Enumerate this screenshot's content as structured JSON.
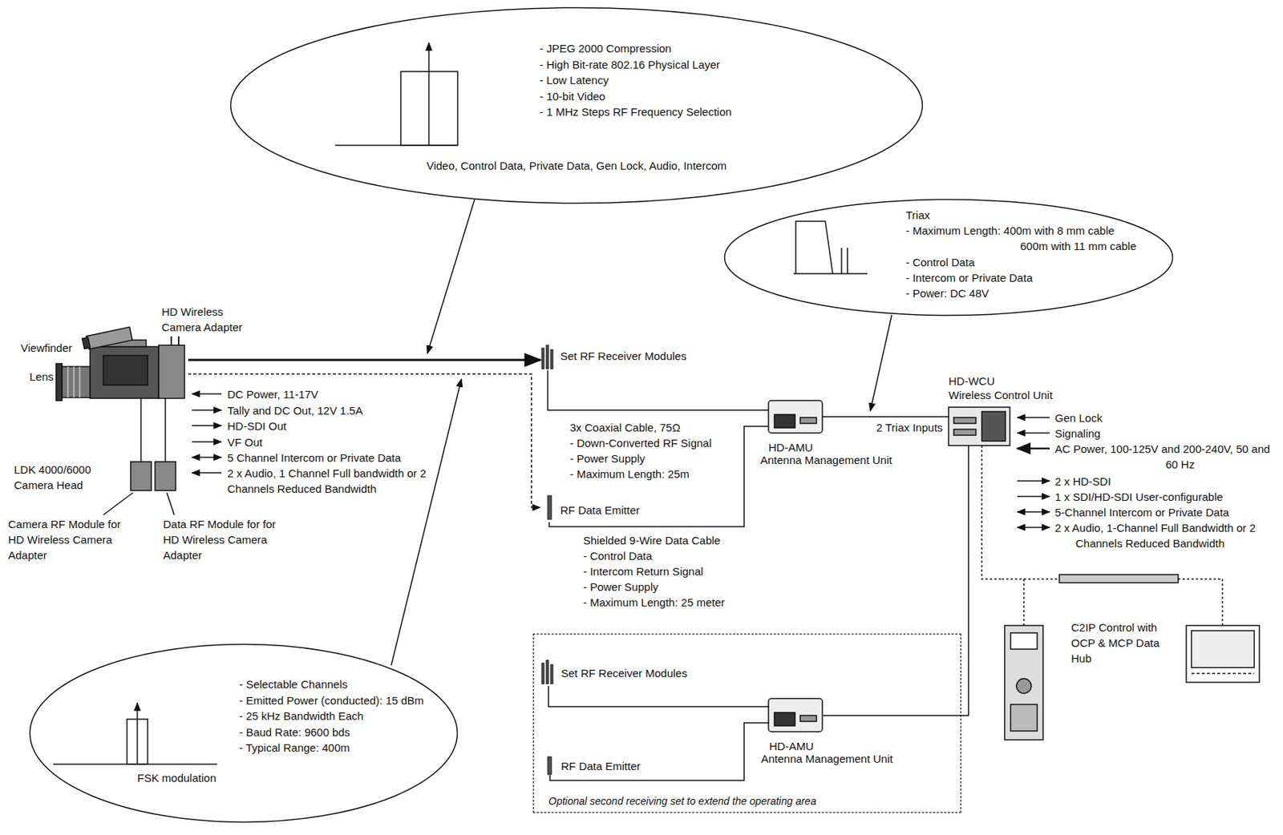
{
  "diagram": {
    "nodes": [
      {
        "text": [
          "- JPEG 2000 Compression",
          "- High Bit-rate 802.16 Physical Layer",
          "- Low Latency",
          "- 10-bit Video",
          "- 1 MHz Steps RF Frequency Selection",
          "Video, Control Data, Private Data, Gen Lock, Audio, Intercom"
        ]
      },
      {
        "text": [
          "Triax",
          "- Maximum Length: 400m with 8 mm cable",
          "600m with 11 mm cable",
          "- Control Data",
          "- Intercom or Private Data",
          "- Power: DC 48V"
        ]
      },
      {
        "text": [
          "LDK 4000/6000 Camera Head"
        ]
      },
      {
        "text": [
          "Set RF Receiver Modules"
        ]
      },
      {
        "text": [
          "HD-AMU",
          "Antenna Management Unit"
        ]
      },
      {
        "text": [
          "HD-WCU",
          "Wireless Control Unit"
        ]
      },
      {
        "text": [
          "RF Data Emitter"
        ]
      },
      {
        "text": [
          "C2IP Control with OCP & MCP Data Hub"
        ]
      },
      {
        "text": [
          "Optional second receiving set to extend the operating area"
        ]
      },
      {
        "text": [
          "Set RF Receiver Modules"
        ],
        "in": 8
      },
      {
        "text": [
          "HD-AMU",
          "Antenna Management Unit"
        ],
        "in": 8
      },
      {
        "text": [
          "RF Data Emitter"
        ],
        "in": 8
      },
      {
        "text": [
          "- Selectable Channels",
          "- Emitted Power (conducted): 15 dBm",
          "- 25 kHz Bandwidth Each",
          "- Baud Rate: 9600 bds",
          "- Typical Range: 400m",
          "FSK modulation"
        ]
      }
    ],
    "edges": [
      {
        "from": 2,
        "to": 3,
        "arrow": "to"
      },
      {
        "from": 2,
        "to": 6,
        "arrow": "to"
      },
      {
        "from": 3,
        "to": 4,
        "arrow": "none"
      },
      {
        "from": 6,
        "to": 4,
        "arrow": "none"
      },
      {
        "from": 4,
        "to": 5,
        "label": "2 Triax Inputs",
        "arrow": "none"
      },
      {
        "from": 9,
        "to": 10,
        "arrow": "none"
      },
      {
        "from": 11,
        "to": 10,
        "arrow": "none"
      },
      {
        "from": 10,
        "to": 5,
        "arrow": "none"
      },
      {
        "from": 5,
        "to": 7,
        "arrow": "none"
      }
    ],
    "labels": [
      "HD Wireless Camera Adapter",
      "Viewfinder",
      "Lens",
      "DC Power, 11-17V",
      "Tally and DC Out, 12V 1.5A",
      "HD-SDI Out",
      "VF Out",
      "5 Channel Intercom or Private Data",
      "2 x Audio, 1 Channel Full bandwidth or 2 Channels Reduced Bandwidth",
      "Camera RF Module for HD Wireless Camera Adapter",
      "Data RF Module for for HD Wireless Camera Adapter",
      "3x Coaxial Cable, 75Ω",
      "- Down-Converted RF Signal",
      "- Power Supply",
      "- Maximum Length: 25m",
      "Shielded 9-Wire Data Cable",
      "- Control Data",
      "- Intercom Return Signal",
      "- Power Supply",
      "- Maximum Length: 25 meter",
      "Gen Lock",
      "Signaling",
      "AC Power, 100-125V and 200-240V, 50 and 60 Hz",
      "2 x HD-SDI",
      "1 x SDI/HD-SDI User-configurable",
      "5-Channel Intercom or Private Data",
      "2 x Audio, 1-Channel Full Bandwidth or 2 Channels Reduced Bandwidth"
    ]
  }
}
